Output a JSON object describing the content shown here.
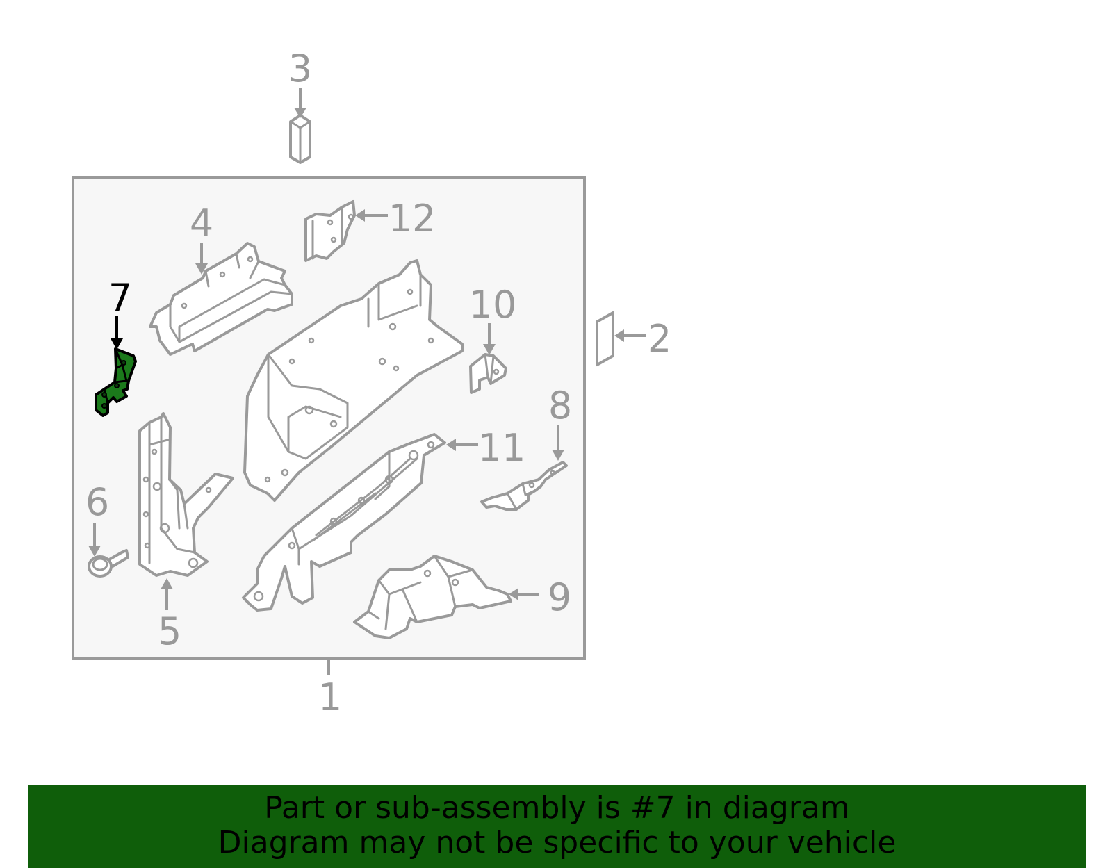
{
  "callouts": {
    "c1": "1",
    "c2": "2",
    "c3": "3",
    "c4": "4",
    "c5": "5",
    "c6": "6",
    "c7": "7",
    "c8": "8",
    "c9": "9",
    "c10": "10",
    "c11": "11",
    "c12": "12"
  },
  "highlighted_part": "7",
  "colors": {
    "highlight_fill": "#1b7a1b",
    "banner_background": "#0f5e0a",
    "assembly_box_background": "#f7f7f7",
    "line_gray": "#9a9a9a"
  },
  "banner": {
    "line1": "Part or sub-assembly is #7 in diagram",
    "line2": "Diagram may not be specific to your vehicle"
  }
}
